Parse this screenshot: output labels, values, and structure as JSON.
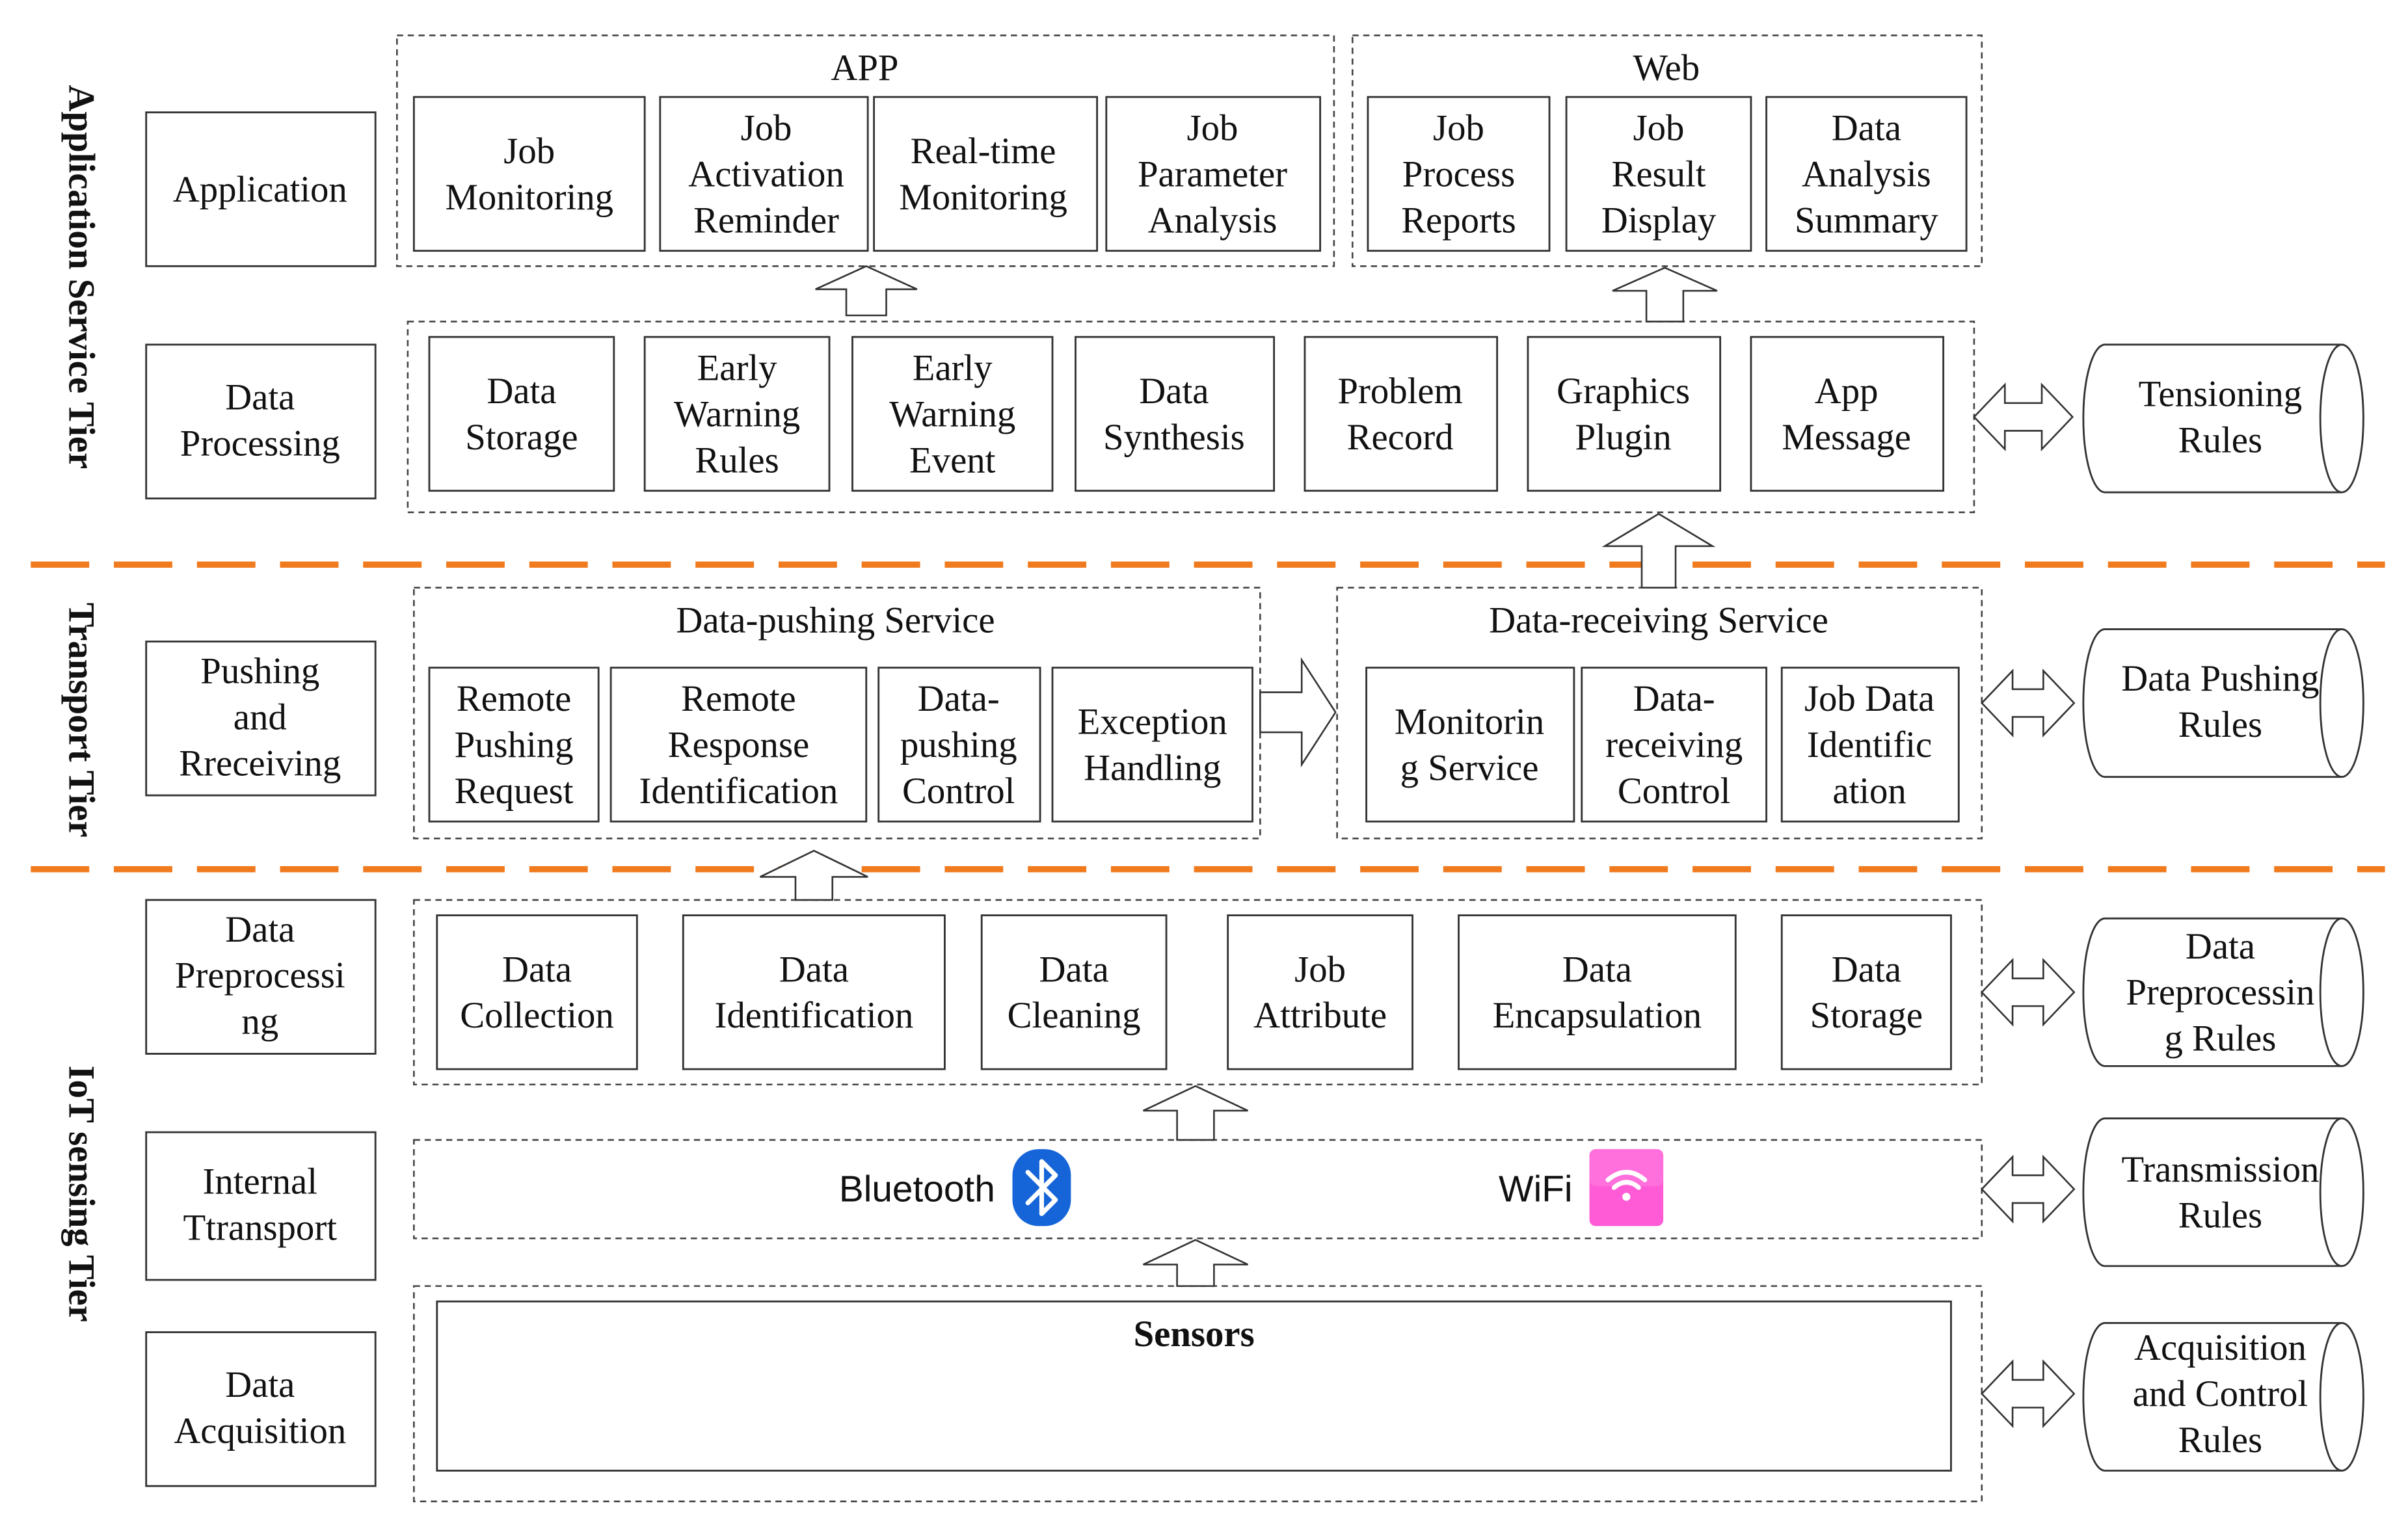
{
  "tiers": {
    "application_service": "Application Service Tier",
    "transport": "Transport Tier",
    "iot_sensing": "IoT sensing Tier"
  },
  "layers": {
    "application": "Application",
    "data_processing": "Data Processing",
    "pushing_receiving": "Pushing and Rreceiving",
    "data_preprocessing": "Data Preprocessing",
    "internal_transport": "Internal Ttransport",
    "data_acquisition": "Data Acquisition"
  },
  "groups": {
    "app": "APP",
    "web": "Web",
    "data_pushing_service": "Data-pushing Service",
    "data_receiving_service": "Data-receiving Service",
    "sensors": "Sensors"
  },
  "modules": {
    "job_monitoring": "Job Monitoring",
    "job_activation_reminder": "Job Activation Reminder",
    "real_time_monitoring": "Real-time Monitoring",
    "job_parameter_analysis": "Job Parameter Analysis",
    "job_process_reports": "Job Process Reports",
    "job_result_display": "Job Result Display",
    "data_analysis_summary": "Data Analysis Summary",
    "data_storage": "Data Storage",
    "early_warning_rules": "Early Warning Rules",
    "early_warning_event": "Early Warning Event",
    "data_synthesis": "Data Synthesis",
    "problem_record": "Problem Record",
    "graphics_plugin": "Graphics Plugin",
    "app_message": "App Message",
    "remote_pushing_request": "Remote Pushing Request",
    "remote_response_identification": "Remote Response Identification",
    "data_pushing_control": "Data-pushing Control",
    "exception_handling": "Exception Handling",
    "monitoring_service": "Monitoring Service",
    "data_receiving_control": "Data-receiving Control",
    "job_data_identification": "Job Data Identification",
    "data_collection": "Data Collection",
    "data_identification": "Data Identification",
    "data_cleaning": "Data Cleaning",
    "job_attribute": "Job Attribute",
    "data_encapsulation": "Data Encapsulation",
    "data_storage_2": "Data Storage"
  },
  "transport": {
    "bluetooth": "Bluetooth",
    "wifi": "WiFi"
  },
  "rules": {
    "tensioning": "Tensioning Rules",
    "data_pushing": "Data Pushing Rules",
    "data_preprocessing": "Data Preprocessing Rules",
    "transmission": "Transmission Rules",
    "acquisition_control": "Acquisition and Control Rules"
  },
  "colors": {
    "tier_divider": "#f07a1e",
    "bluetooth": "#1565d8",
    "wifi": "#ff5bd6",
    "stroke": "#333333"
  },
  "icons": {
    "bluetooth": "bluetooth-icon",
    "wifi": "wifi-icon"
  }
}
